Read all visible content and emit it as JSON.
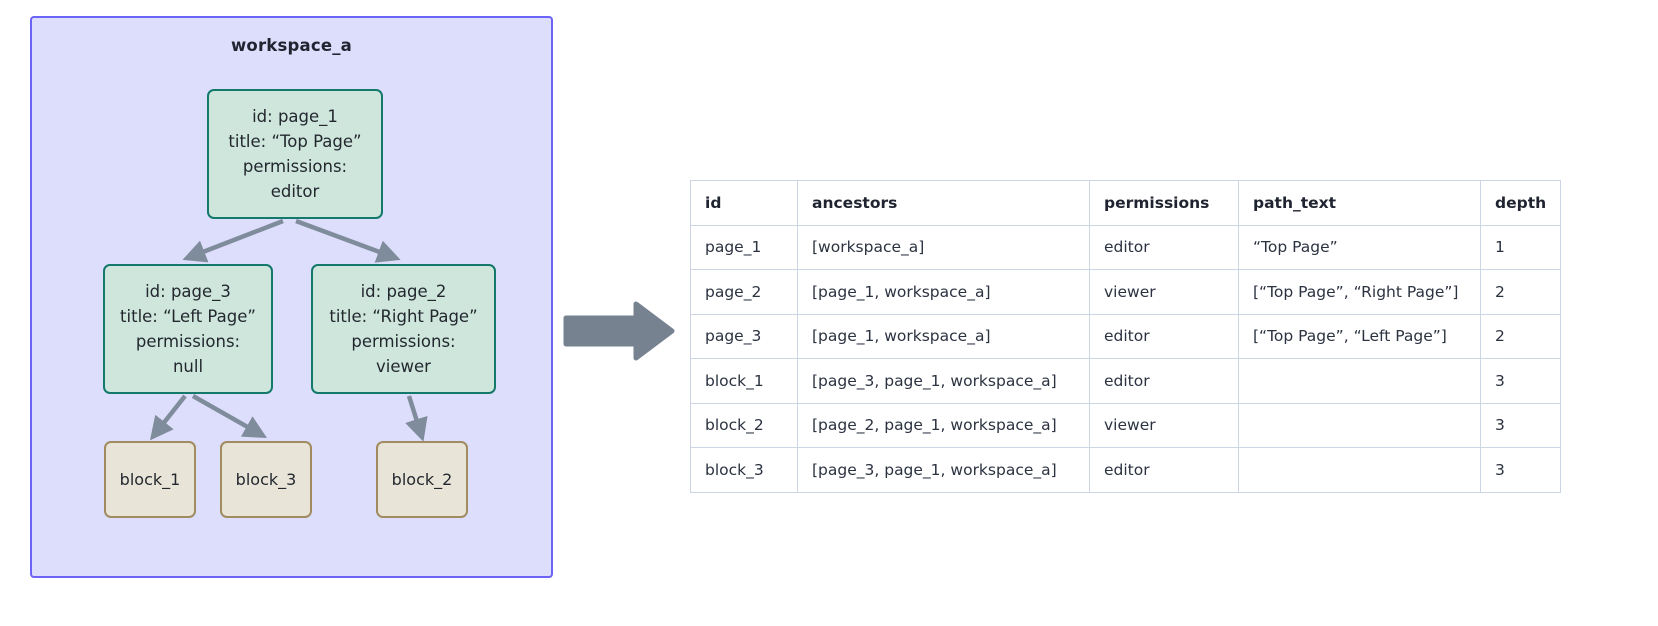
{
  "workspace": {
    "title": "workspace_a",
    "border_color": "#6c63f7",
    "fill_color": "#ddddfc"
  },
  "diagram": {
    "type": "tree",
    "page_node_fill": "#cfe6dc",
    "page_node_border": "#14796b",
    "block_node_fill": "#e9e4d8",
    "block_node_border": "#a08c5f",
    "edge_color": "#7f8c9b",
    "nodes": [
      {
        "key": "page_1",
        "kind": "page",
        "lines": [
          "id: page_1",
          "title: “Top Page”",
          "permissions:",
          "editor"
        ]
      },
      {
        "key": "page_3",
        "kind": "page",
        "lines": [
          "id: page_3",
          "title: “Left Page”",
          "permissions:",
          "null"
        ]
      },
      {
        "key": "page_2",
        "kind": "page",
        "lines": [
          "id: page_2",
          "title: “Right Page”",
          "permissions:",
          "viewer"
        ]
      },
      {
        "key": "block_1",
        "kind": "block",
        "label": "block_1"
      },
      {
        "key": "block_3",
        "kind": "block",
        "label": "block_3"
      },
      {
        "key": "block_2",
        "kind": "block",
        "label": "block_2"
      }
    ],
    "edges": [
      {
        "from": "page_1",
        "to": "page_3"
      },
      {
        "from": "page_1",
        "to": "page_2"
      },
      {
        "from": "page_3",
        "to": "block_1"
      },
      {
        "from": "page_3",
        "to": "block_3"
      },
      {
        "from": "page_2",
        "to": "block_2"
      }
    ]
  },
  "flow_arrow": {
    "direction": "right",
    "color": "#768290"
  },
  "table": {
    "headers": [
      "id",
      "ancestors",
      "permissions",
      "path_text",
      "depth"
    ],
    "rows": [
      {
        "id": "page_1",
        "ancestors": "[workspace_a]",
        "permissions": "editor",
        "path_text": "“Top Page”",
        "depth": "1"
      },
      {
        "id": "page_2",
        "ancestors": "[page_1, workspace_a]",
        "permissions": "viewer",
        "path_text": "[“Top Page”, “Right Page”]",
        "depth": "2"
      },
      {
        "id": "page_3",
        "ancestors": "[page_1, workspace_a]",
        "permissions": "editor",
        "path_text": "[“Top Page”, “Left Page”]",
        "depth": "2"
      },
      {
        "id": "block_1",
        "ancestors": "[page_3, page_1, workspace_a]",
        "permissions": "editor",
        "path_text": "",
        "depth": "3"
      },
      {
        "id": "block_2",
        "ancestors": "[page_2, page_1, workspace_a]",
        "permissions": "viewer",
        "path_text": "",
        "depth": "3"
      },
      {
        "id": "block_3",
        "ancestors": "[page_3, page_1, workspace_a]",
        "permissions": "editor",
        "path_text": "",
        "depth": "3"
      }
    ]
  }
}
